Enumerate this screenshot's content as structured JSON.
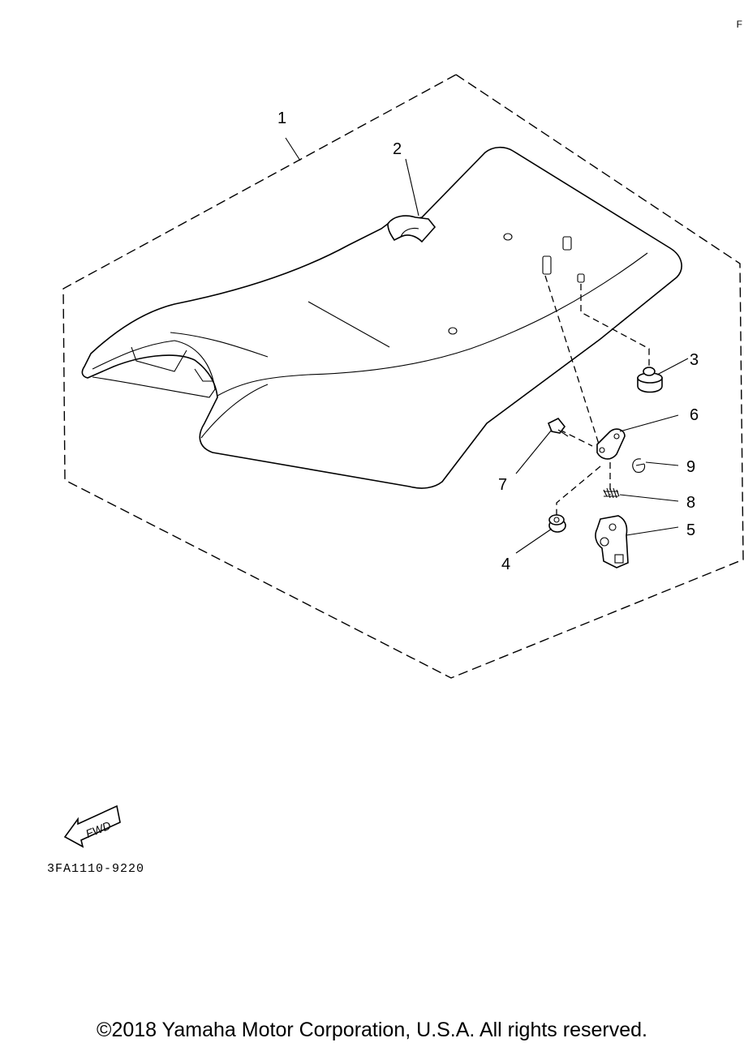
{
  "callouts": [
    "1",
    "2",
    "3",
    "4",
    "5",
    "6",
    "7",
    "8",
    "9"
  ],
  "fwd_label": "FWD",
  "diagram_code": "3FA1110-9220",
  "copyright": "©2018 Yamaha Motor Corporation, U.S.A. All rights reserved.",
  "corner_mark": "F"
}
